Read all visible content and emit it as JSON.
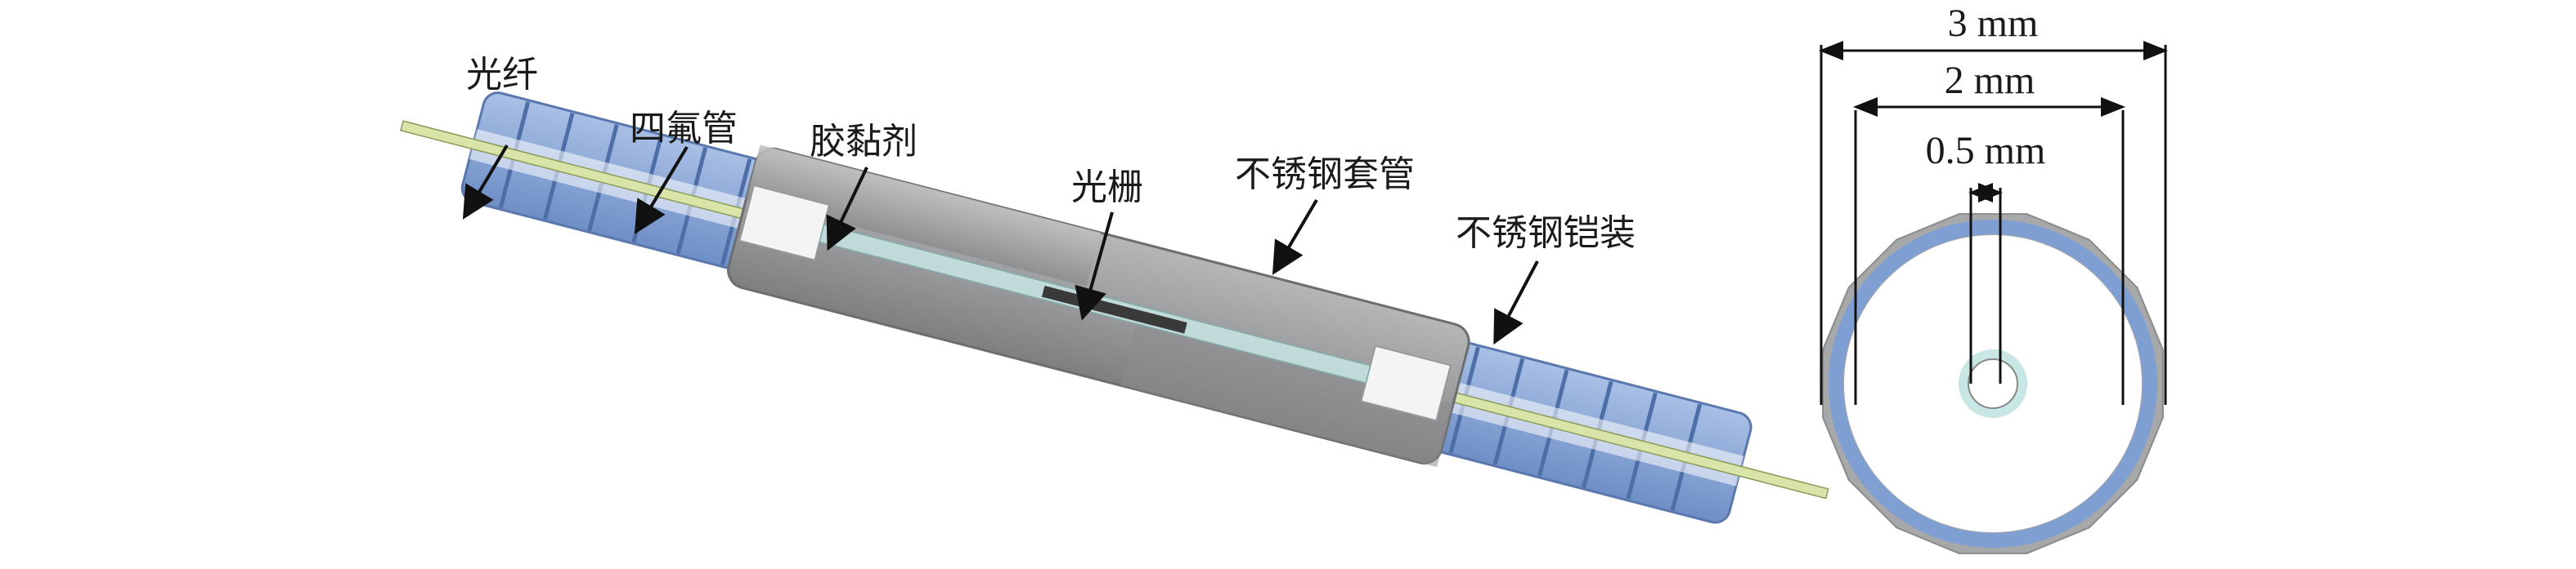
{
  "labels": {
    "fiber": "光纤",
    "ptfe_tube": "四氟管",
    "adhesive": "胶黏剂",
    "grating": "光栅",
    "steel_sleeve": "不锈钢套管",
    "steel_armor": "不锈钢铠装"
  },
  "dimensions": {
    "outer": "3 mm",
    "middle": "2 mm",
    "inner": "0.5 mm"
  },
  "colors": {
    "steel": "#a7a8aa",
    "armor": "#7f9fd3",
    "fiber": "#d8e4a8",
    "ptfe": "#c7e6e4"
  }
}
